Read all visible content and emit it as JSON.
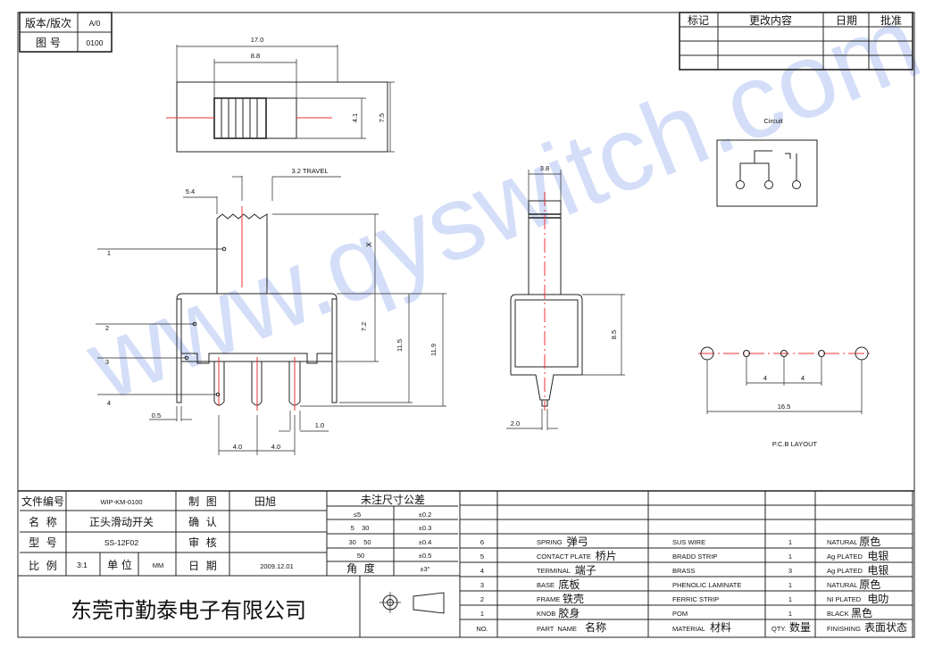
{
  "version_block": {
    "version_label": "版本/版次",
    "version_value": "A/0",
    "drawing_no_label": "图 号",
    "drawing_no_value": "0100"
  },
  "revision_table": {
    "headers": [
      "标记",
      "更改内容",
      "日期",
      "批准"
    ]
  },
  "watermark": "www.qyswitch.com",
  "top_view": {
    "dims": [
      "17.0",
      "8.8",
      "4.1",
      "7.5"
    ]
  },
  "front_view": {
    "travel": "3.2 TRAVEL",
    "dims": {
      "d54": "5.4",
      "x": "X",
      "d72": "7.2",
      "d115": "11.5",
      "d119": "11.9",
      "d05": "0.5",
      "d10": "1.0",
      "pitch1": "4.0",
      "pitch2": "4.0"
    },
    "callouts": [
      "1",
      "2",
      "3",
      "4"
    ]
  },
  "side_view": {
    "dims": [
      "3.8",
      "8.5",
      "2.0"
    ]
  },
  "circuit": {
    "label": "Circuit"
  },
  "pcb_layout": {
    "label": "P.C.B LAYOUT",
    "dims": [
      "4",
      "4",
      "16.5"
    ]
  },
  "title_block": {
    "file_no_label": "文件编号",
    "file_no": "WIP-KM-0100",
    "name_label": "名  称",
    "name": "正头滑动开关",
    "model_label": "型  号",
    "model": "SS-12F02",
    "scale_label": "比  例",
    "scale": "3:1",
    "unit_label": "单 位",
    "unit": "MM",
    "drawn_label": "制  图",
    "drawn_by": "田旭",
    "confirm_label": "确  认",
    "check_label": "审  核",
    "date_label": "日  期",
    "date": "2009.12.01",
    "company": "东莞市勤泰电子有限公司"
  },
  "tolerance": {
    "title": "未注尺寸公差",
    "rows": [
      [
        "≤5",
        "±0.2"
      ],
      [
        "5    30",
        "±0.3"
      ],
      [
        "30    50",
        "±0.4"
      ],
      [
        "50",
        "±0.5"
      ]
    ],
    "angle_label": "角  度",
    "angle_value": "±3°"
  },
  "bom": {
    "rows": [
      {
        "no": "6",
        "part": "SPRING",
        "part_cn": "弹弓",
        "material": "SUS WIRE",
        "qty": "1",
        "finish": "NATURAL",
        "finish_cn": "原色"
      },
      {
        "no": "5",
        "part": "CONTACT PLATE",
        "part_cn": "桥片",
        "material": "BRADD STRIP",
        "qty": "1",
        "finish": "Ag PLATED",
        "finish_cn": "电银"
      },
      {
        "no": "4",
        "part": "TERMINAL",
        "part_cn": "端子",
        "material": "BRASS",
        "qty": "3",
        "finish": "Ag PLATED",
        "finish_cn": "电银"
      },
      {
        "no": "3",
        "part": "BASE",
        "part_cn": "底板",
        "material": "PHENOLIC LAMINATE",
        "qty": "1",
        "finish": "NATURAL",
        "finish_cn": "原色"
      },
      {
        "no": "2",
        "part": "FRAME",
        "part_cn": "铁壳",
        "material": "FERRIC STRIP",
        "qty": "1",
        "finish": "NI PLATED",
        "finish_cn": "电叻"
      },
      {
        "no": "1",
        "part": "KNOB",
        "part_cn": "胶身",
        "material": "POM",
        "qty": "1",
        "finish": "BLACK",
        "finish_cn": "黑色"
      }
    ],
    "header": {
      "no": "NO.",
      "part": "PART  NAME",
      "part_cn": "名称",
      "material": "MATERIAL",
      "material_cn": "材料",
      "qty": "QTY.",
      "qty_cn": "数量",
      "finish": "FINISHING",
      "finish_cn": "表面状态"
    }
  }
}
